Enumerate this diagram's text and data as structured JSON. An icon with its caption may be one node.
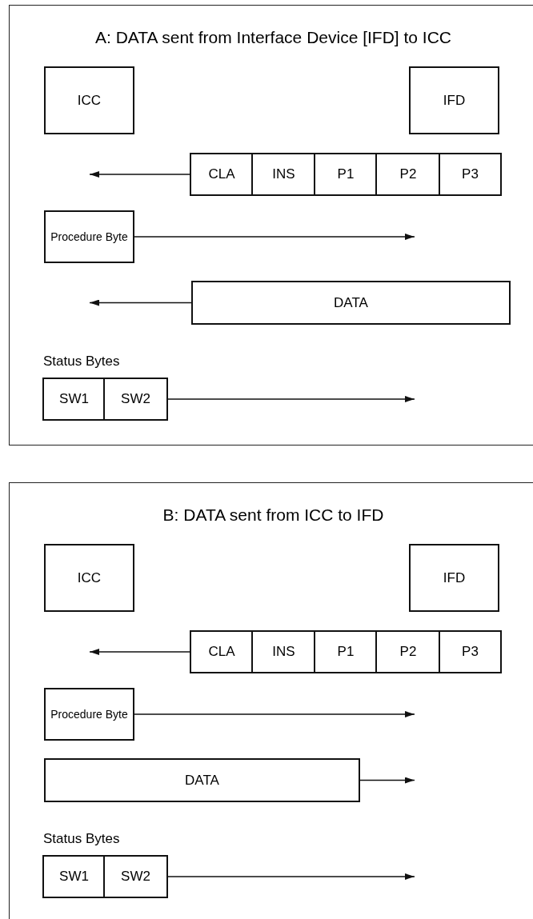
{
  "diagram": {
    "nodes": [
      {
        "text": [
          "A: DATA sent from Interface Device [IFD] to ICC"
        ]
      },
      {
        "text": [
          "ICC"
        ],
        "in": 0
      },
      {
        "text": [
          "IFD"
        ],
        "in": 0
      },
      {
        "text": [
          "CLA"
        ],
        "in": 0
      },
      {
        "text": [
          "INS"
        ],
        "in": 0
      },
      {
        "text": [
          "P1"
        ],
        "in": 0
      },
      {
        "text": [
          "P2"
        ],
        "in": 0
      },
      {
        "text": [
          "P3"
        ],
        "in": 0
      },
      {
        "text": [
          "Procedure Byte"
        ],
        "in": 0
      },
      {
        "text": [
          "DATA"
        ],
        "in": 0
      },
      {
        "text": [
          "SW1"
        ],
        "in": 0
      },
      {
        "text": [
          "SW2"
        ],
        "in": 0
      },
      {
        "text": [
          "B: DATA sent from ICC to IFD"
        ]
      },
      {
        "text": [
          "ICC"
        ],
        "in": 12
      },
      {
        "text": [
          "IFD"
        ],
        "in": 12
      },
      {
        "text": [
          "CLA"
        ],
        "in": 12
      },
      {
        "text": [
          "INS"
        ],
        "in": 12
      },
      {
        "text": [
          "P1"
        ],
        "in": 12
      },
      {
        "text": [
          "P2"
        ],
        "in": 12
      },
      {
        "text": [
          "P3"
        ],
        "in": 12
      },
      {
        "text": [
          "Procedure Byte"
        ],
        "in": 12
      },
      {
        "text": [
          "DATA"
        ],
        "in": 12
      },
      {
        "text": [
          "SW1"
        ],
        "in": 12
      },
      {
        "text": [
          "SW2"
        ],
        "in": 12
      }
    ],
    "edges": [
      {
        "from": 3,
        "to": null,
        "arrow": "to"
      },
      {
        "from": 8,
        "to": null,
        "arrow": "to"
      },
      {
        "from": 9,
        "to": null,
        "arrow": "to"
      },
      {
        "from": 11,
        "to": null,
        "arrow": "to"
      },
      {
        "from": 15,
        "to": null,
        "arrow": "to"
      },
      {
        "from": 20,
        "to": null,
        "arrow": "to"
      },
      {
        "from": 21,
        "to": null,
        "arrow": "to"
      },
      {
        "from": 23,
        "to": null,
        "arrow": "to"
      }
    ],
    "labels": [
      "Status Bytes",
      "Status Bytes"
    ]
  }
}
